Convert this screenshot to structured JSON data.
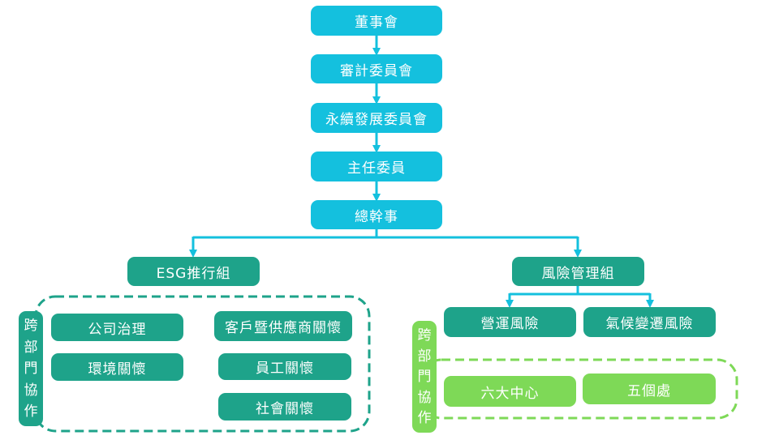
{
  "colors": {
    "chain": "#14C0DE",
    "esg": "#1EA38A",
    "risk": "#7ED957",
    "connector": "#14C0DE"
  },
  "chain": {
    "board": "董事會",
    "audit": "審計委員會",
    "sustainability": "永續發展委員會",
    "chair": "主任委員",
    "secretary": "總幹事"
  },
  "esg": {
    "title": "ESG推行組",
    "side_label": [
      "跨",
      "部",
      "門",
      "協",
      "作"
    ],
    "items": {
      "governance": "公司治理",
      "customer": "客戶暨供應商關懷",
      "environment": "環境關懷",
      "employee": "員工關懷",
      "social": "社會關懷"
    }
  },
  "risk": {
    "title": "風險管理組",
    "operation": "營運風險",
    "climate": "氣候變遷風險",
    "side_label": [
      "跨",
      "部",
      "門",
      "協",
      "作"
    ],
    "items": {
      "centers": "六大中心",
      "offices": "五個處"
    }
  }
}
